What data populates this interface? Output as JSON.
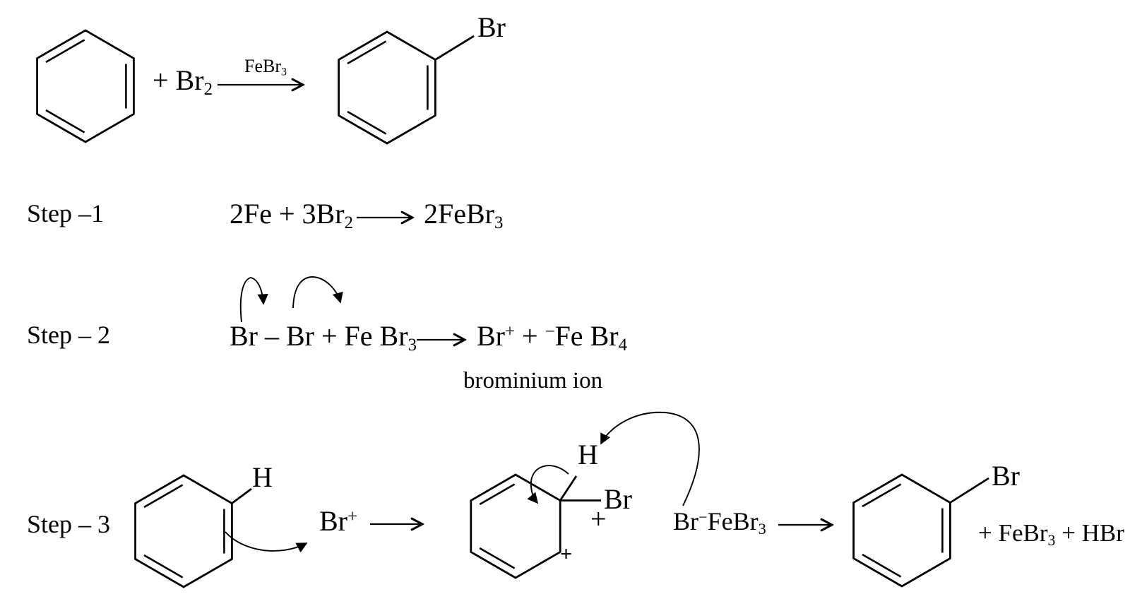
{
  "colors": {
    "ink": "#000000",
    "background": "#ffffff"
  },
  "top_reaction": {
    "reagent": {
      "text": "+ Br",
      "subscript": "2"
    },
    "catalyst_label": {
      "text": "FeBr",
      "subscript": "3"
    },
    "product_substituent": "Br"
  },
  "step1": {
    "label": "Step –1",
    "lhs": {
      "text": "2Fe + 3Br",
      "subscript": "2"
    },
    "rhs": {
      "text": "2FeBr",
      "subscript": "3"
    }
  },
  "step2": {
    "label": "Step – 2",
    "lhs": {
      "text": "Br – Br + Fe Br",
      "subscript": "3"
    },
    "rhs": {
      "p1": "Br",
      "sup1": "+",
      "p2": " + ",
      "sup2": "−",
      "p3": "Fe Br",
      "sub3": "4"
    },
    "caption": "brominium ion"
  },
  "step3": {
    "label": "Step – 3",
    "benzene_hydrogen": "H",
    "electrophile": {
      "text": "Br",
      "superscript": "+"
    },
    "arenium": {
      "hydrogen": "H",
      "bromine": "Br",
      "charge": "+"
    },
    "plus_separator": "+",
    "counterion": {
      "p1": "Br",
      "sup": "−",
      "p2": "FeBr",
      "sub": "3"
    },
    "product_substituent": "Br",
    "byproducts": {
      "p1": "+ FeBr",
      "sub": "3",
      "p2": " + HBr"
    }
  }
}
